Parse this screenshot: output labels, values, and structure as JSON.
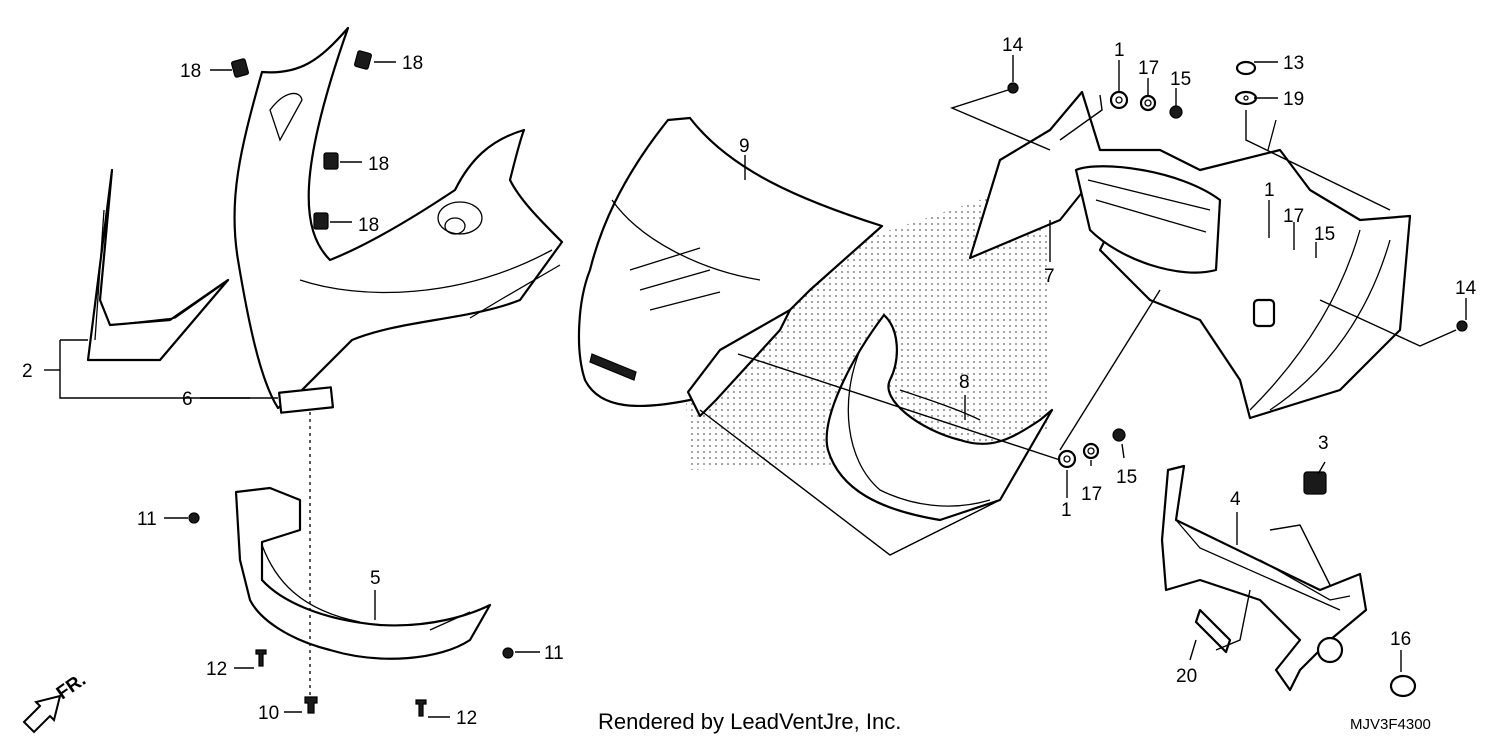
{
  "diagram": {
    "credit": "Rendered by LeadVentJre, Inc.",
    "code": "MJV3F4300",
    "direction_label": "FR.",
    "callouts": {
      "c1a": "1",
      "c1b": "1",
      "c1c": "1",
      "c2": "2",
      "c3": "3",
      "c4": "4",
      "c5": "5",
      "c6": "6",
      "c7": "7",
      "c8": "8",
      "c9": "9",
      "c10": "10",
      "c11a": "11",
      "c11b": "11",
      "c12a": "12",
      "c12b": "12",
      "c13": "13",
      "c14a": "14",
      "c14b": "14",
      "c15a": "15",
      "c15b": "15",
      "c15c": "15",
      "c16": "16",
      "c17a": "17",
      "c17b": "17",
      "c17c": "17",
      "c18a": "18",
      "c18b": "18",
      "c18c": "18",
      "c18d": "18",
      "c19": "19",
      "c20": "20"
    }
  }
}
